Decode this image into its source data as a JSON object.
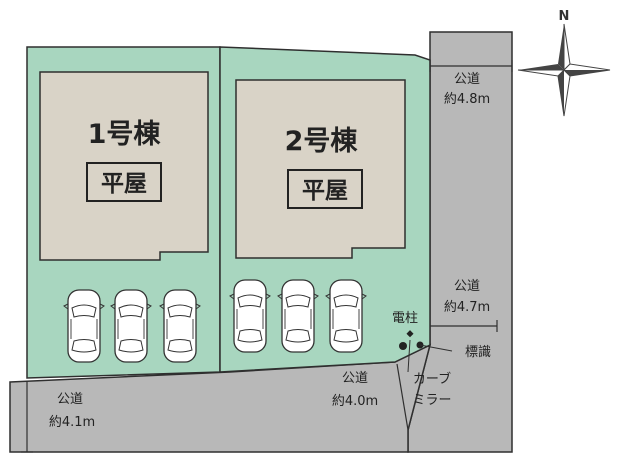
{
  "compass": {
    "label": "N"
  },
  "lots": [
    {
      "name": "1号棟",
      "type": "平屋"
    },
    {
      "name": "2号棟",
      "type": "平屋"
    }
  ],
  "roads": {
    "east_upper": {
      "line1": "公道",
      "line2": "約4.8m"
    },
    "east_lower": {
      "line1": "公道",
      "line2": "約4.7m"
    },
    "south_right": {
      "line1": "公道",
      "line2": "約4.0m"
    },
    "south_left": {
      "line1": "公道",
      "line2": "約4.1m"
    }
  },
  "features": {
    "pole": "電柱",
    "sign": "標識",
    "mirror_line1": "カーブ",
    "mirror_line2": "ミラー"
  },
  "colors": {
    "lot": "#a8d6bf",
    "building": "#d9d3c7",
    "road": "#b8b8b8",
    "outline": "#2f2f2f"
  }
}
